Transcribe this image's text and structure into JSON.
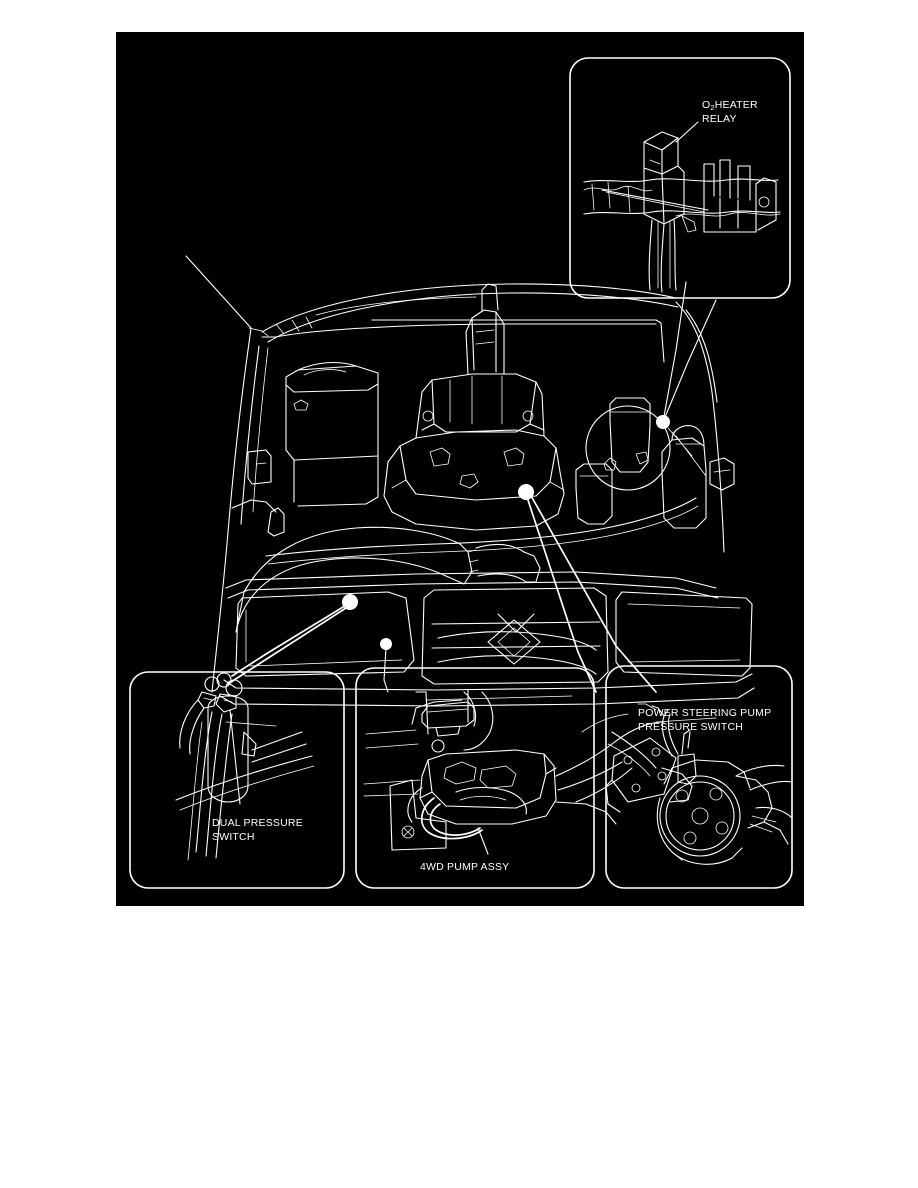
{
  "document": {
    "type": "service-manual-illustration",
    "background_color": "#ffffff",
    "figure_background_color": "#000000",
    "line_color": "#ffffff",
    "subject": "Engine compartment component location"
  },
  "figure": {
    "alt": "Line drawing of a vehicle front end with hood removed showing engine compartment, with four magnified detail callout boxes"
  },
  "callouts": {
    "o2_heater_relay": {
      "label_line1_prefix": "O",
      "label_line1_subscript": "2",
      "label_line1_suffix": "HEATER",
      "label_line2": "RELAY",
      "position": "top-right"
    },
    "dual_pressure_switch": {
      "label_line1": "DUAL PRESSURE",
      "label_line2": "SWITCH",
      "position": "bottom-left"
    },
    "fourwd_pump_assy": {
      "label_line1": "4WD PUMP ASSY",
      "position": "bottom-center"
    },
    "power_steering_pump_pressure_switch": {
      "label_line1": "POWER STEERING PUMP",
      "label_line2": "PRESSURE SWITCH",
      "position": "bottom-right"
    }
  }
}
